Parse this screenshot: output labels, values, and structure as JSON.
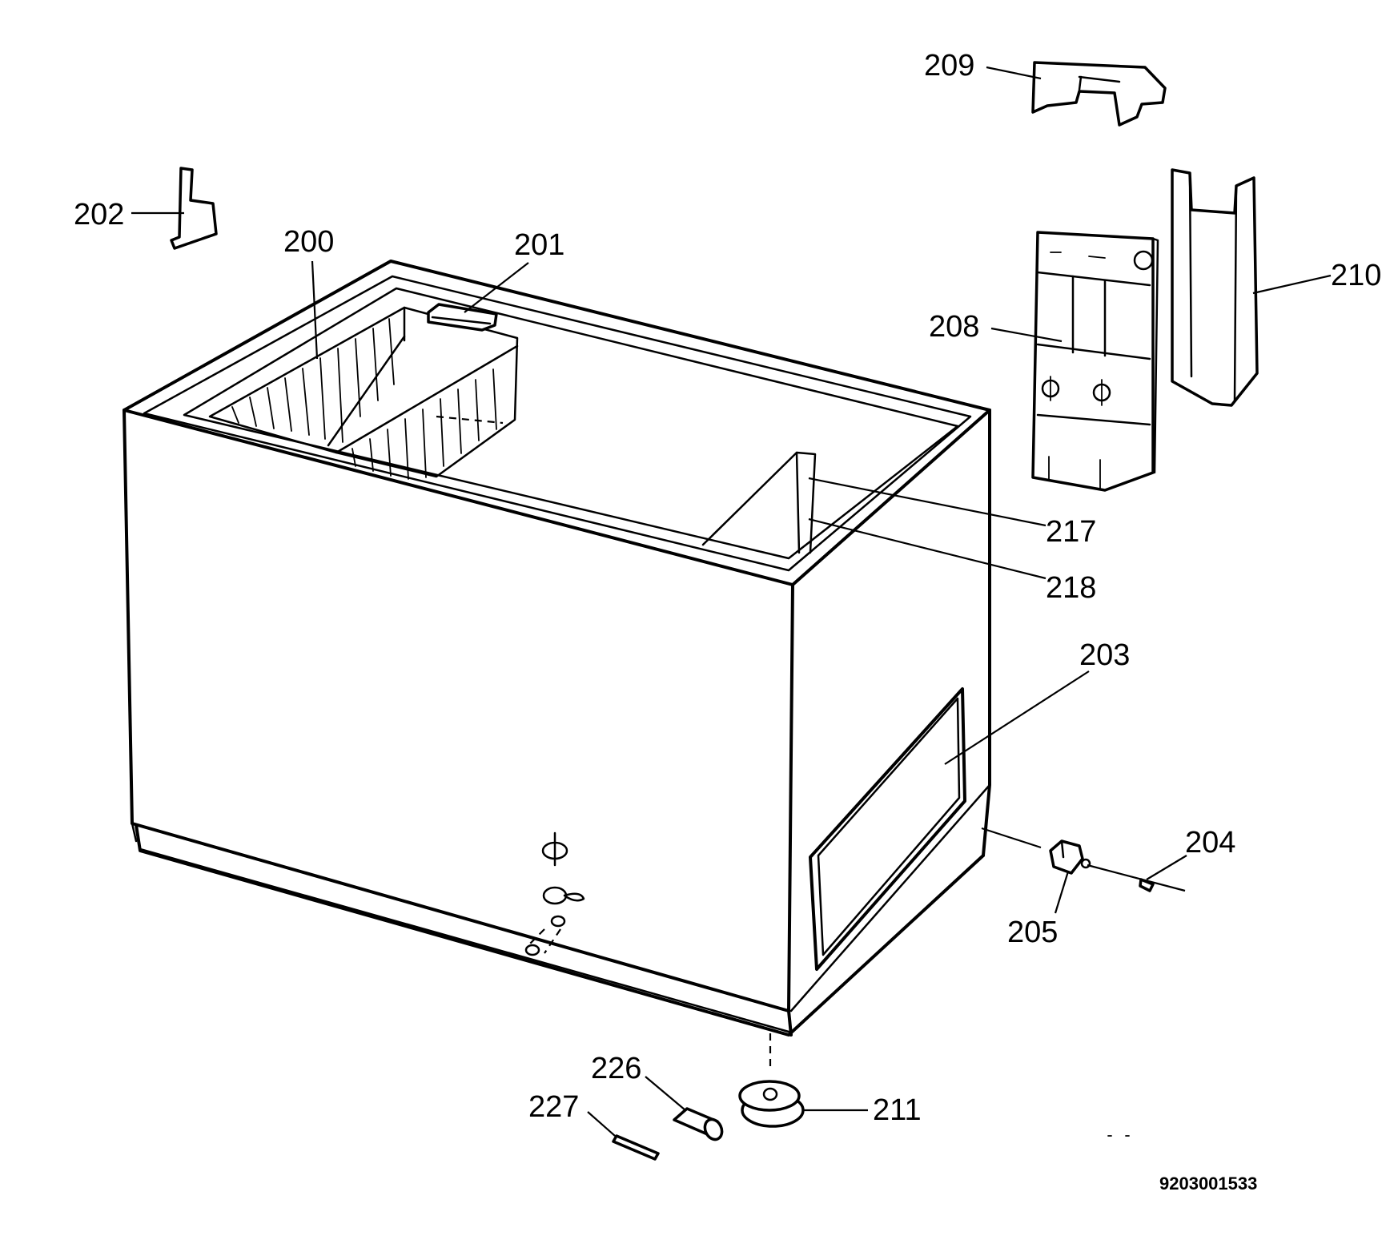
{
  "document_number": "9203001533",
  "parts": [
    {
      "id": "200",
      "label": "200"
    },
    {
      "id": "201",
      "label": "201"
    },
    {
      "id": "202",
      "label": "202"
    },
    {
      "id": "203",
      "label": "203"
    },
    {
      "id": "204",
      "label": "204"
    },
    {
      "id": "205",
      "label": "205"
    },
    {
      "id": "208",
      "label": "208"
    },
    {
      "id": "209",
      "label": "209"
    },
    {
      "id": "210",
      "label": "210"
    },
    {
      "id": "211",
      "label": "211"
    },
    {
      "id": "217",
      "label": "217"
    },
    {
      "id": "218",
      "label": "218"
    },
    {
      "id": "226",
      "label": "226"
    },
    {
      "id": "227",
      "label": "227"
    }
  ]
}
